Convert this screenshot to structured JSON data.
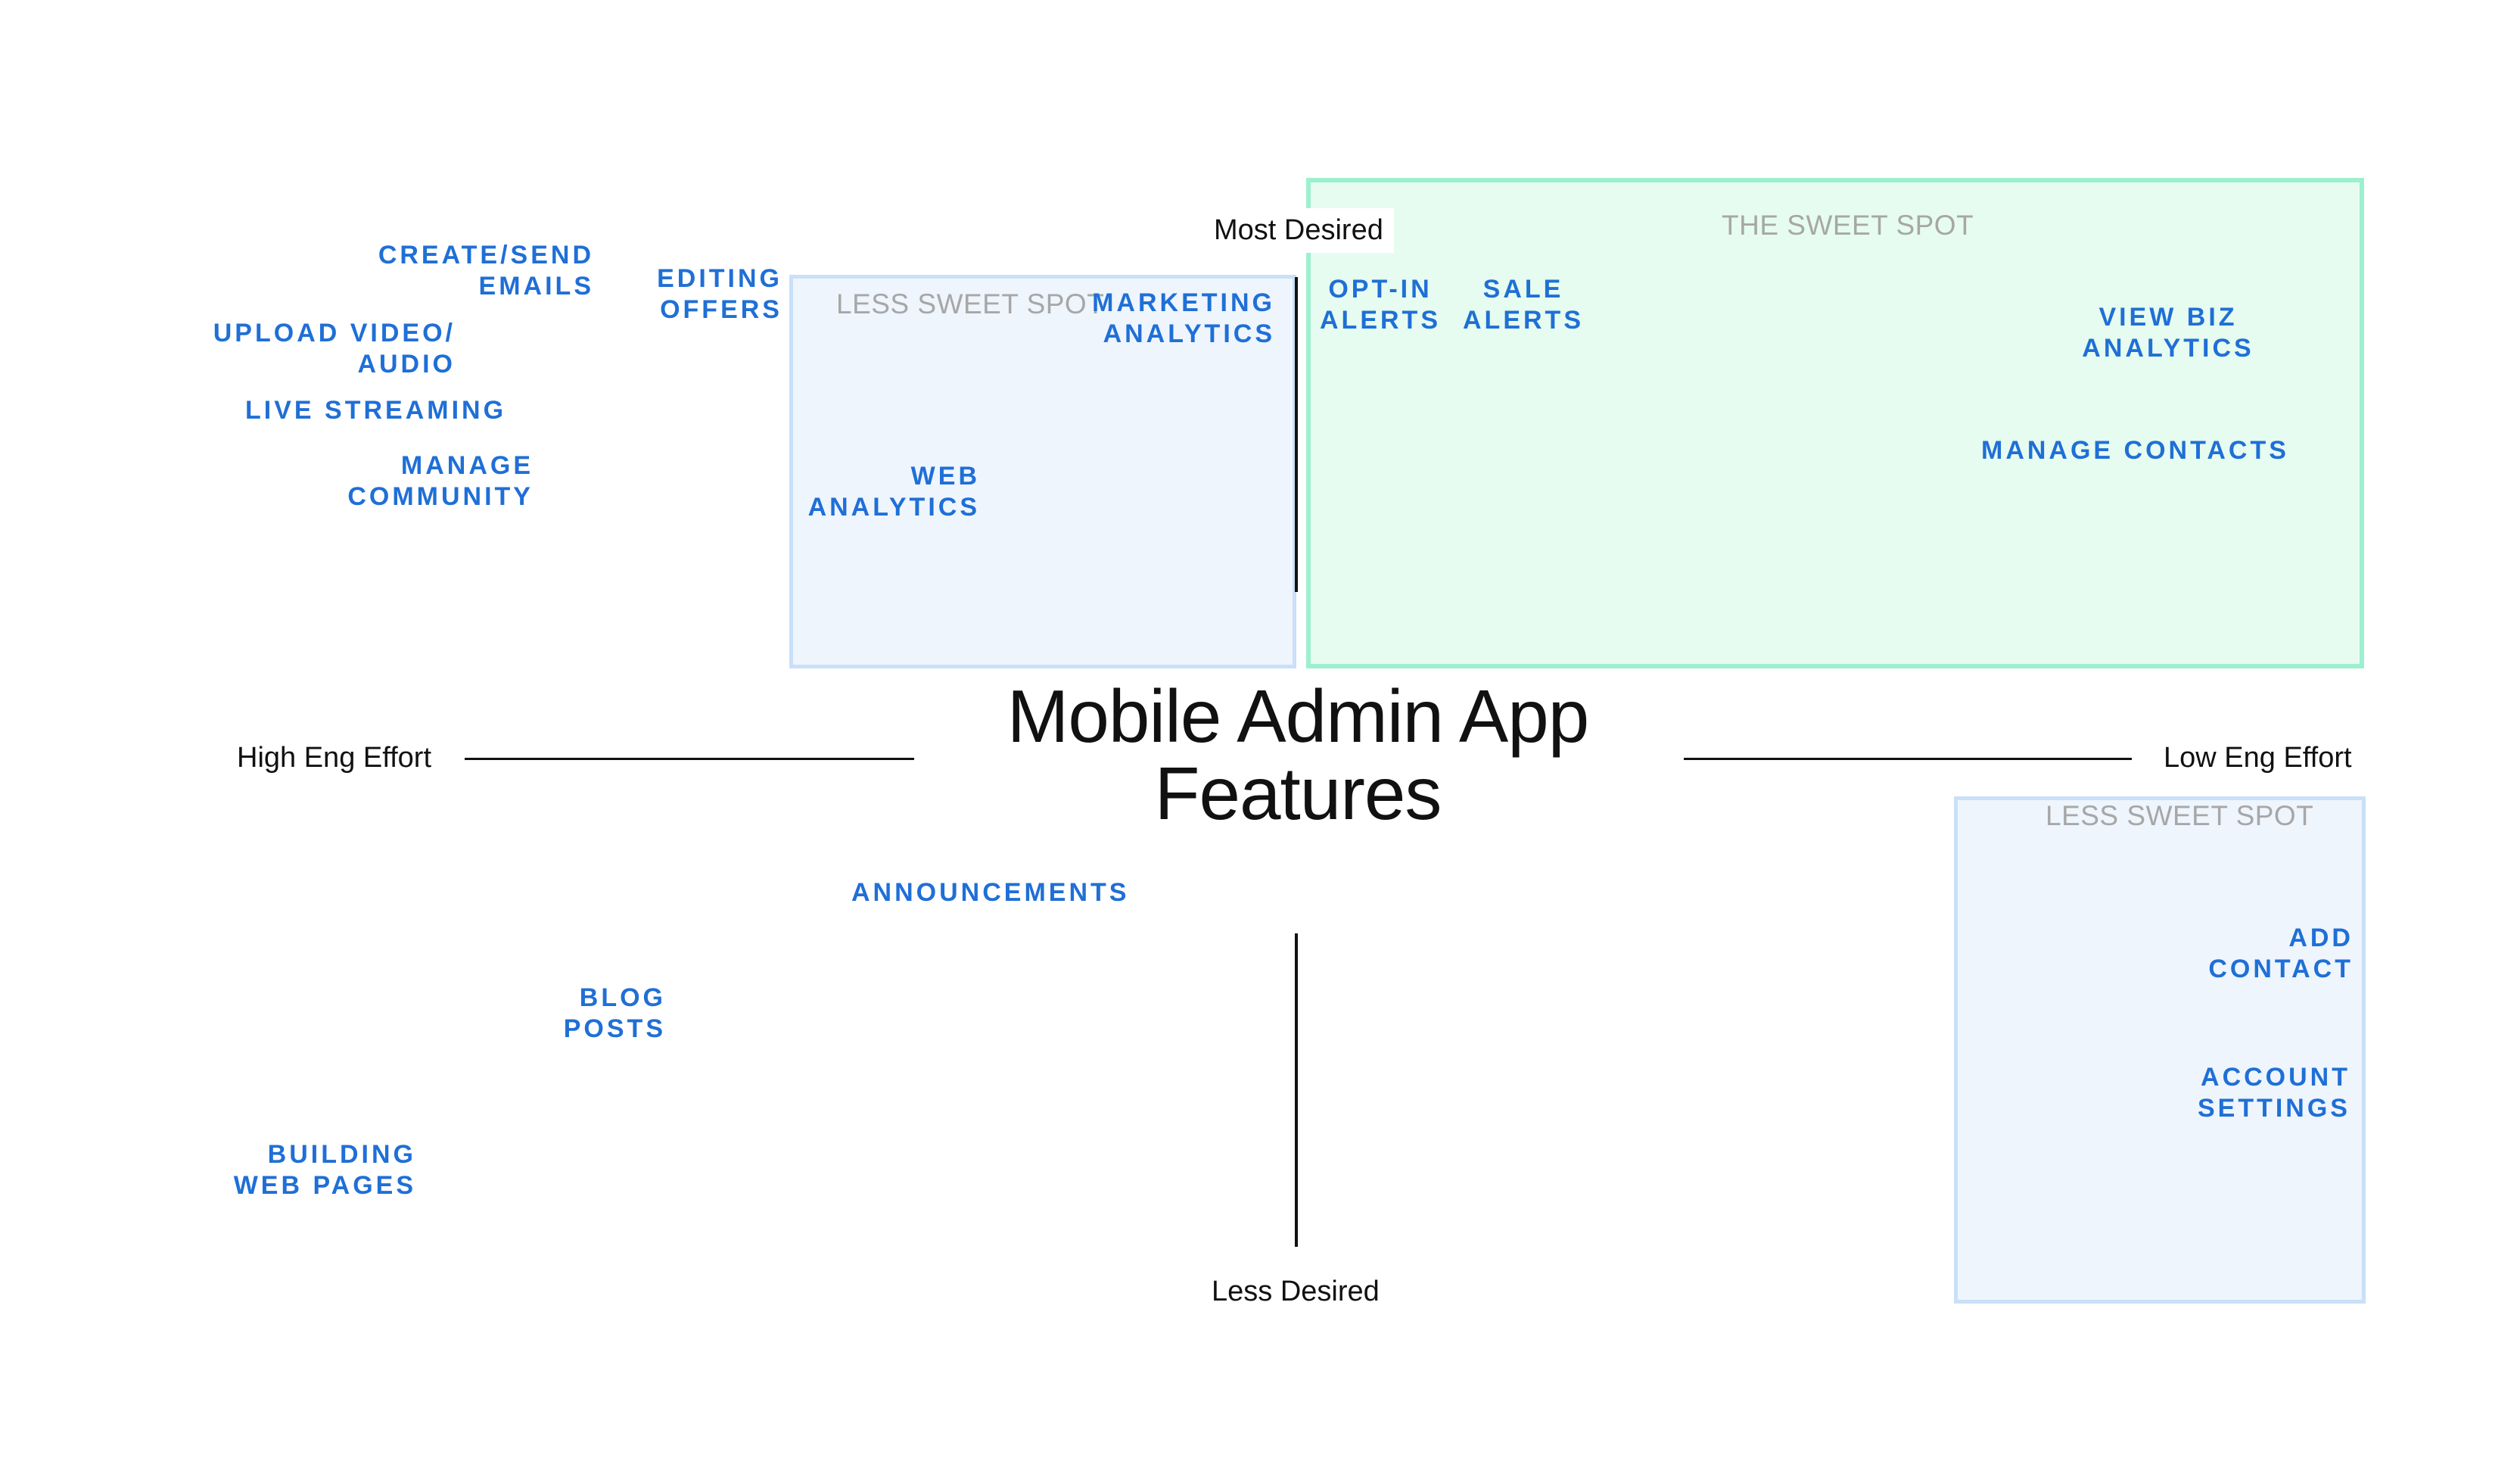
{
  "title": {
    "line1": "Mobile Admin App",
    "line2": "Features"
  },
  "axes": {
    "top": "Most Desired",
    "bottom": "Less Desired",
    "left": "High Eng Effort",
    "right": "Low Eng Effort"
  },
  "zones": {
    "less_sweet_spot_top": "LESS SWEET SPOT",
    "sweet_spot": "THE SWEET SPOT",
    "less_sweet_spot_bottom": "LESS SWEET SPOT"
  },
  "features": {
    "create_send_emails": [
      "CREATE/SEND",
      "EMAILS"
    ],
    "editing_offers": [
      "EDITING",
      "OFFERS"
    ],
    "upload_video_audio": [
      "UPLOAD VIDEO/",
      "AUDIO"
    ],
    "live_streaming": [
      "LIVE STREAMING"
    ],
    "manage_community": [
      "MANAGE",
      "COMMUNITY"
    ],
    "marketing_analytics": [
      "MARKETING",
      "ANALYTICS"
    ],
    "web_analytics": [
      "WEB",
      "ANALYTICS"
    ],
    "opt_in_alerts": [
      "OPT-IN",
      "ALERTS"
    ],
    "sale_alerts": [
      "SALE",
      "ALERTS"
    ],
    "view_biz_analytics": [
      "VIEW BIZ",
      "ANALYTICS"
    ],
    "manage_contacts": [
      "MANAGE CONTACTS"
    ],
    "announcements": [
      "ANNOUNCEMENTS"
    ],
    "blog_posts": [
      "BLOG",
      "POSTS"
    ],
    "building_web_pages": [
      "BUILDING",
      "WEB PAGES"
    ],
    "add_contact": [
      "ADD",
      "CONTACT"
    ],
    "account_settings": [
      "ACCOUNT",
      "SETTINGS"
    ]
  },
  "colors": {
    "feature_text": "#1f6fd6",
    "zone_blue_fill": "#eef5fd",
    "zone_blue_border": "#c9e0f8",
    "zone_green_fill": "#e6fcf0",
    "zone_green_border": "#9df0cf",
    "zone_label": "#a7a7a7",
    "axis": "#111111"
  }
}
